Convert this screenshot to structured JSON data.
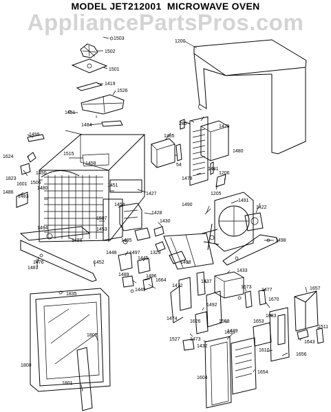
{
  "title": "MODEL JET212001  MICROWAVE OVEN",
  "watermark": "AppliancePartsPros.com",
  "labels": {
    "p1200": "1200",
    "p1503": "1503",
    "p1502": "1502",
    "p1501": "1501",
    "p1419": "1419",
    "p1526": "1526",
    "p1451": "1451",
    "p1484": "1484",
    "p1499": "1499",
    "p1624": "1624",
    "p1515": "1515",
    "p1458": "1458",
    "p1823": "1823",
    "p1450": "1450",
    "p1601": "1601",
    "p1506": "1506",
    "p1480a": "1480",
    "p1486": "1486",
    "p1483": "1483",
    "p1427": "1427",
    "p1451b": "1451",
    "p1454": "1454",
    "p1428": "1428",
    "p1507": "1507",
    "p1494": "1494",
    "p1453": "1453",
    "p1430": "1430",
    "p1491": "1491",
    "p1422": "1422",
    "p1488": "1488",
    "p1495": "1495",
    "p1476": "1476",
    "p1487": "1487",
    "p1452": "1452",
    "p1448": "1448",
    "p1497": "1497",
    "p1445": "1445",
    "p1489": "1489",
    "p1496": "1496",
    "p1498": "1498",
    "p1449": "1449",
    "p1664": "1664",
    "p1472": "1472",
    "p1437": "1437",
    "p1433": "1433",
    "p1673": "1673",
    "p1477": "1477",
    "p1657": "1657",
    "p1835": "1835",
    "p1474": "1474",
    "p1626": "1626",
    "p1492": "1492",
    "p1508": "1508",
    "p1670": "1670",
    "p1683": "1683",
    "p1653": "1653",
    "p1511": "1511",
    "p1643": "1643",
    "p1802": "1802",
    "p1473": "1473",
    "p1432": "1432",
    "p1527": "1527",
    "p1659": "1659",
    "p1610": "1610",
    "p1656": "1656",
    "p1800": "1800",
    "p1654": "1654",
    "p1604": "1604",
    "p1801": "1801",
    "p1485": "1485",
    "p1479": "1479",
    "p1480": "1480",
    "p280": "280",
    "p54": "54",
    "p1478": "1478",
    "p1481": "1481",
    "p1206": "1206",
    "p1205": "1205",
    "p1490": "1490",
    "p1329": "1329",
    "p1438": "1438",
    "p1439": "1439"
  }
}
